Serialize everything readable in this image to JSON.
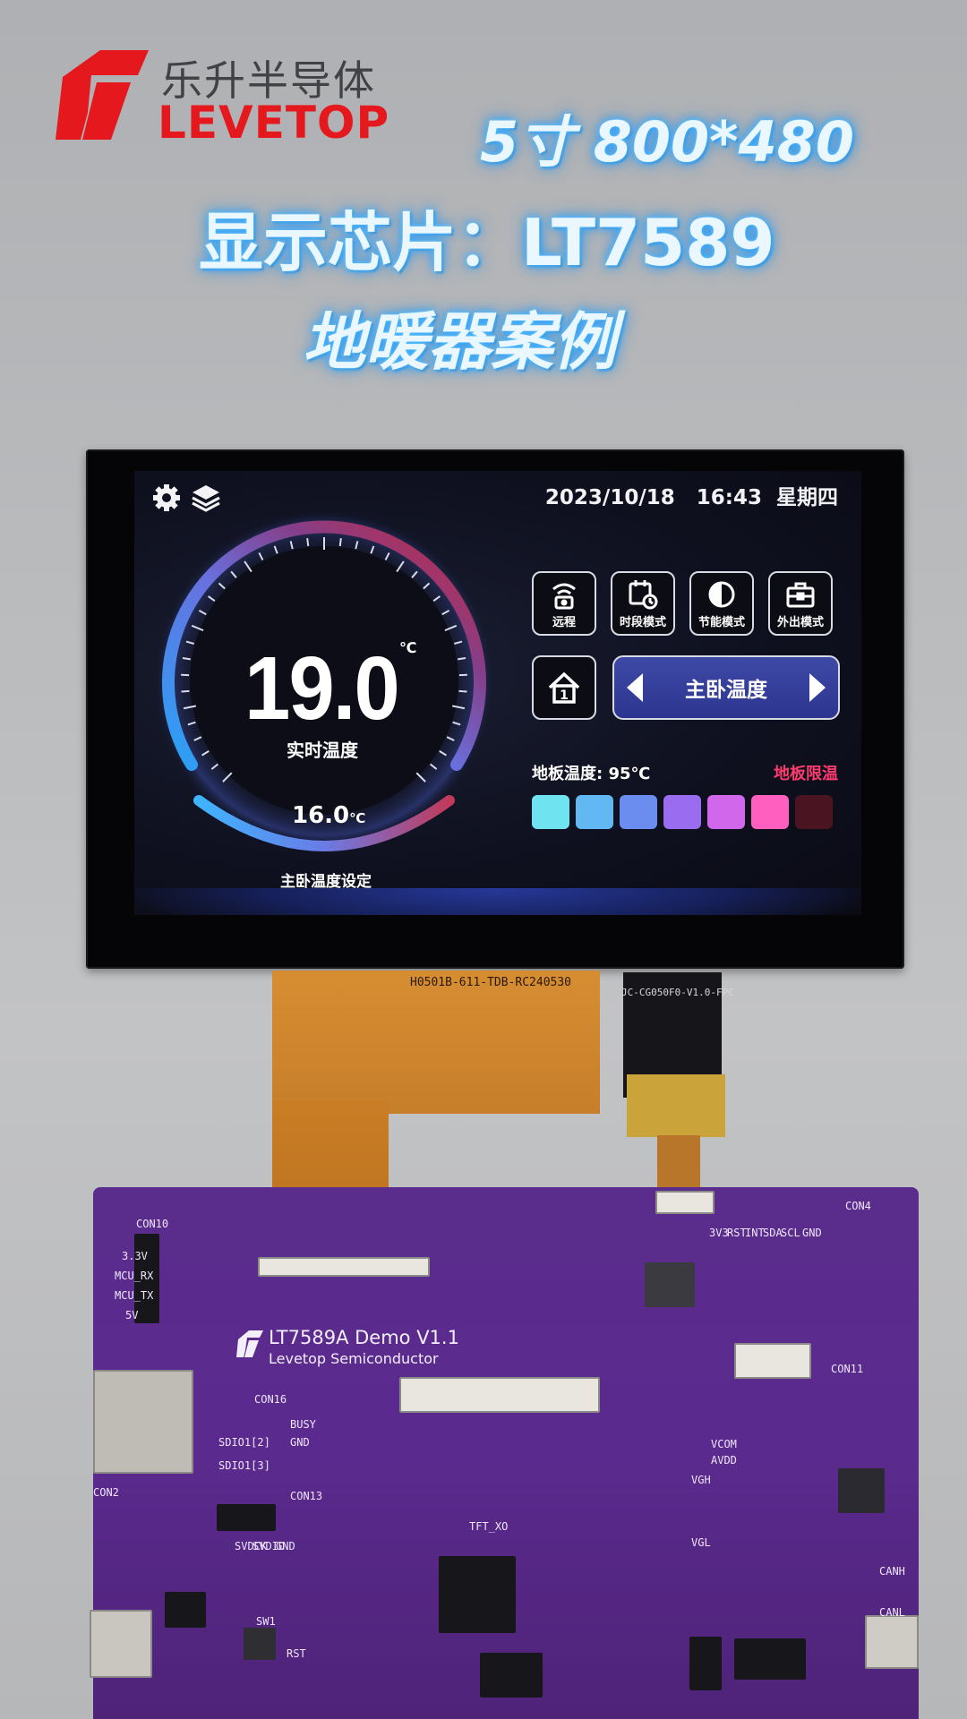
{
  "header": {
    "brand_cn": "乐升半导体",
    "brand_en": "LEVETOP",
    "size_spec": "5寸 800*480",
    "chip_line": "显示芯片：LT7589",
    "case_line": "地暖器案例"
  },
  "screen": {
    "datetime": "2023/10/18   16:43  星期四",
    "top_icons": [
      "gear-icon",
      "layers-icon"
    ],
    "current_temp": "19.0",
    "temp_unit": "℃",
    "current_temp_label": "实时温度",
    "set_temp": "16.0",
    "set_temp_unit": "℃",
    "set_temp_label": "主卧温度设定",
    "modes": [
      {
        "label": "远程",
        "icon": "remote-icon"
      },
      {
        "label": "时段模式",
        "icon": "schedule-icon"
      },
      {
        "label": "节能模式",
        "icon": "eco-icon"
      },
      {
        "label": "外出模式",
        "icon": "away-icon"
      }
    ],
    "home_icon": "home-1-icon",
    "room_name": "主卧温度",
    "floor_temp_label": "地板温度: 95℃",
    "floor_limit_label": "地板限温",
    "floor_levels": {
      "active_count": 6,
      "total": 7,
      "colors": [
        "#6fe3f0",
        "#62b8f3",
        "#6c8df0",
        "#9a6cf0",
        "#d167ea",
        "#ff5fbf",
        "#4a1420"
      ]
    },
    "accent_colors": {
      "cold": "#2aa8ff",
      "warm": "#d0283c",
      "primary_button": "#333d9c",
      "limit": "#ff3b6e"
    }
  },
  "hardware": {
    "fpc_code": "H0501B-611-TDB-RC240530",
    "fpc2_code": "JC-CG050F0-V1.0-FPC",
    "pcb_title": "LT7589A Demo V1.1",
    "pcb_subtitle": "Levetop Semiconductor",
    "pcb_labels": [
      "CON10",
      "3.3V",
      "MCU_RX",
      "MCU_TX",
      "5V",
      "CON4",
      "3V3",
      "RST",
      "INT",
      "SDA",
      "SCL",
      "GND",
      "CON11",
      "CON16",
      "BUSY",
      "GND",
      "SDIO1[2]",
      "SDIO1[3]",
      "CON2",
      "VCOM",
      "AVDD",
      "VGH",
      "VGL",
      "CANH",
      "CANL",
      "TFT_XO",
      "SW1",
      "RST",
      "CON13",
      "SVDIO",
      "SVDCK",
      "GND"
    ]
  }
}
